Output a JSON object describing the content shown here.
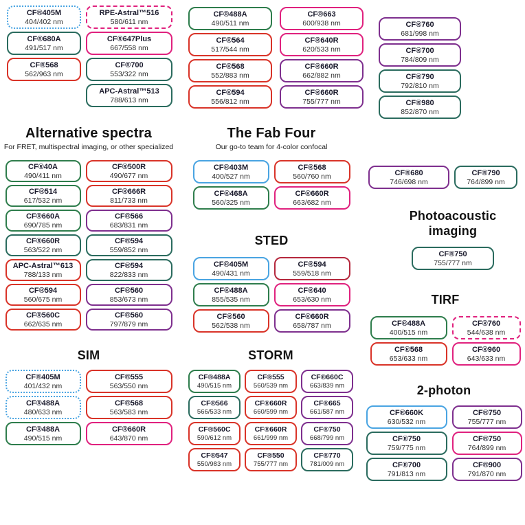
{
  "colors": {
    "blue": "#49a4e2",
    "green": "#2e7d4c",
    "teal": "#2a6b5e",
    "red": "#d93328",
    "pink": "#e0217e",
    "purple": "#7e2f8e",
    "darkred": "#b5283d"
  },
  "chart_data": {
    "type": "table",
    "title": "Fluorescent dye selection guide",
    "groups": [
      {
        "id": "group1",
        "columns": [
          [
            {
              "name": "CF®405M",
              "value": "404/402 nm",
              "color": "blue",
              "border": "dotted"
            },
            {
              "name": "CF®680A",
              "value": "491/517 nm",
              "color": "teal"
            },
            {
              "name": "CF®568",
              "value": "562/963 nm",
              "color": "red"
            }
          ],
          [
            {
              "name": "RPE-Astral™516",
              "value": "580/611 nm",
              "color": "pink",
              "border": "dashed"
            },
            {
              "name": "CF®647Plus",
              "value": "667/558 nm",
              "color": "pink"
            },
            {
              "name": "CF®700",
              "value": "553/322 nm",
              "color": "teal"
            },
            {
              "name": "APC-Astral™513",
              "value": "788/613 nm",
              "color": "teal"
            }
          ]
        ]
      },
      {
        "id": "group2",
        "columns": [
          [
            {
              "name": "CF®488A",
              "value": "490/511 nm",
              "color": "green"
            },
            {
              "name": "CF®564",
              "value": "517/544 nm",
              "color": "red"
            },
            {
              "name": "CF®568",
              "value": "552/883 nm",
              "color": "red"
            },
            {
              "name": "CF®594",
              "value": "556/812 nm",
              "color": "red"
            }
          ],
          [
            {
              "name": "CF®663",
              "value": "600/938 nm",
              "color": "pink"
            },
            {
              "name": "CF®640R",
              "value": "620/533 nm",
              "color": "pink"
            },
            {
              "name": "CF®660R",
              "value": "662/882 nm",
              "color": "purple"
            },
            {
              "name": "CF®660R",
              "value": "755/777 nm",
              "color": "purple"
            }
          ]
        ]
      },
      {
        "id": "group3",
        "columns": [
          [
            {
              "name": "CF®760",
              "value": "681/998 nm",
              "color": "purple"
            },
            {
              "name": "CF®700",
              "value": "784/809 nm",
              "color": "purple"
            },
            {
              "name": "CF®790",
              "value": "792/810 nm",
              "color": "teal"
            },
            {
              "name": "CF®980",
              "value": "852/870 nm",
              "color": "teal"
            }
          ]
        ]
      },
      {
        "id": "alt",
        "title": "Alternative spectra",
        "subtitle": "For FRET, multispectral imaging, or other specialized",
        "columns": [
          [
            {
              "name": "CF®40A",
              "value": "490/411 nm",
              "color": "green"
            },
            {
              "name": "CF®514",
              "value": "617/532 nm",
              "color": "green"
            },
            {
              "name": "CF®660A",
              "value": "690/785 nm",
              "color": "green"
            },
            {
              "name": "CF®660R",
              "value": "563/522 nm",
              "color": "teal"
            },
            {
              "name": "APC-Astral™613",
              "value": "788/133 nm",
              "color": "red"
            },
            {
              "name": "CF®594",
              "value": "560/675 nm",
              "color": "red"
            },
            {
              "name": "CF®560C",
              "value": "662/635 nm",
              "color": "red"
            }
          ],
          [
            {
              "name": "CF®500R",
              "value": "490/677 nm",
              "color": "red"
            },
            {
              "name": "CF®666R",
              "value": "811/733 nm",
              "color": "red"
            },
            {
              "name": "CF®566",
              "value": "683/831 nm",
              "color": "purple"
            },
            {
              "name": "CF®594",
              "value": "559/852 nm",
              "color": "teal"
            },
            {
              "name": "CF®594",
              "value": "822/833 nm",
              "color": "teal"
            },
            {
              "name": "CF®560",
              "value": "853/673 nm",
              "color": "purple"
            },
            {
              "name": "CF®560",
              "value": "797/879 nm",
              "color": "purple"
            }
          ]
        ]
      },
      {
        "id": "fab",
        "title": "The Fab Four",
        "subtitle": "Our go-to team for 4-color confocal",
        "columns": [
          [
            {
              "name": "CF®403M",
              "value": "400/527 nm",
              "color": "blue"
            },
            {
              "name": "CF®468A",
              "value": "560/325 nm",
              "color": "green"
            }
          ],
          [
            {
              "name": "CF®568",
              "value": "560/760 nm",
              "color": "red"
            },
            {
              "name": "CF®660R",
              "value": "663/682 nm",
              "color": "pink"
            }
          ]
        ]
      },
      {
        "id": "sted",
        "title": "STED",
        "columns": [
          [
            {
              "name": "CF®405M",
              "value": "490/431 nm",
              "color": "blue"
            },
            {
              "name": "CF®488A",
              "value": "855/535 nm",
              "color": "green"
            },
            {
              "name": "CF®560",
              "value": "562/538 nm",
              "color": "red"
            }
          ],
          [
            {
              "name": "CF®594",
              "value": "559/518 nm",
              "color": "darkred"
            },
            {
              "name": "CF®640",
              "value": "653/630 nm",
              "color": "pink"
            },
            {
              "name": "CF®660R",
              "value": "658/787 nm",
              "color": "purple"
            }
          ]
        ]
      },
      {
        "id": "pair",
        "columns": [
          [
            {
              "name": "CF®680",
              "value": "746/698 nm",
              "color": "purple"
            }
          ],
          [
            {
              "name": "CF®790",
              "value": "764/899 nm",
              "color": "teal"
            }
          ]
        ]
      },
      {
        "id": "photo",
        "title": "Photoacoustic imaging",
        "columns": [
          [
            {
              "name": "CF®750",
              "value": "755/777 nm",
              "color": "teal"
            }
          ]
        ]
      },
      {
        "id": "tirf",
        "title": "TIRF",
        "columns": [
          [
            {
              "name": "CF®488A",
              "value": "400/515 nm",
              "color": "green"
            },
            {
              "name": "CF®568",
              "value": "653/633 nm",
              "color": "red"
            }
          ],
          [
            {
              "name": "CF®760",
              "value": "544/638 nm",
              "color": "pink",
              "border": "dashed"
            },
            {
              "name": "CF®960",
              "value": "643/633 nm",
              "color": "pink"
            }
          ]
        ]
      },
      {
        "id": "sim",
        "title": "SIM",
        "columns": [
          [
            {
              "name": "CF®405M",
              "value": "401/432 nm",
              "color": "blue",
              "border": "dotted"
            },
            {
              "name": "CF®488A",
              "value": "480/633 nm",
              "color": "blue",
              "border": "dotted"
            },
            {
              "name": "CF®488A",
              "value": "490/515 nm",
              "color": "green"
            }
          ],
          [
            {
              "name": "CF®555",
              "value": "563/550 nm",
              "color": "red"
            },
            {
              "name": "CF®568",
              "value": "563/583 nm",
              "color": "red"
            },
            {
              "name": "CF®660R",
              "value": "643/870 nm",
              "color": "pink"
            }
          ]
        ]
      },
      {
        "id": "storm",
        "title": "STORM",
        "columns": [
          [
            {
              "name": "CF®488A",
              "value": "490/515 nm",
              "color": "green"
            },
            {
              "name": "CF®566",
              "value": "566/533 nm",
              "color": "teal"
            },
            {
              "name": "CF®560C",
              "value": "590/612 nm",
              "color": "red"
            },
            {
              "name": "CF®547",
              "value": "550/983 nm",
              "color": "red"
            }
          ],
          [
            {
              "name": "CF®555",
              "value": "560/539 nm",
              "color": "red"
            },
            {
              "name": "CF®660R",
              "value": "660/599 nm",
              "color": "red"
            },
            {
              "name": "CF®660R",
              "value": "661/999 nm",
              "color": "red"
            },
            {
              "name": "CF®550",
              "value": "755/777 nm",
              "color": "red"
            }
          ],
          [
            {
              "name": "CF®660C",
              "value": "663/839 nm",
              "color": "purple"
            },
            {
              "name": "CF®665",
              "value": "661/587 nm",
              "color": "purple"
            },
            {
              "name": "CF®750",
              "value": "668/799 nm",
              "color": "purple"
            },
            {
              "name": "CF®770",
              "value": "781/009 nm",
              "color": "teal"
            }
          ]
        ]
      },
      {
        "id": "photon",
        "title": "2-photon",
        "columns": [
          [
            {
              "name": "CF®660K",
              "value": "630/532 nm",
              "color": "blue"
            },
            {
              "name": "CF®750",
              "value": "759/775 nm",
              "color": "teal"
            },
            {
              "name": "CF®700",
              "value": "791/813 nm",
              "color": "teal"
            }
          ],
          [
            {
              "name": "CF®750",
              "value": "755/777 nm",
              "color": "purple"
            },
            {
              "name": "CF®750",
              "value": "764/899 nm",
              "color": "pink"
            },
            {
              "name": "CF®900",
              "value": "791/870 nm",
              "color": "purple"
            }
          ]
        ]
      }
    ]
  }
}
